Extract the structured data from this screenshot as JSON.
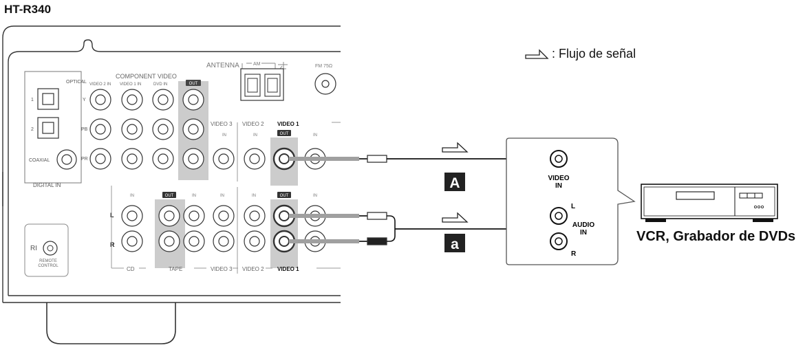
{
  "model": "HT-R340",
  "legend": {
    "text": ": Flujo de señal",
    "icon": "signal-flow-arrow-icon"
  },
  "receiver": {
    "antenna_label": "ANTENNA",
    "am_label": "AM",
    "fm_label": "FM 75Ω",
    "digital_in_label": "DIGITAL IN",
    "optical_label": "OPTICAL",
    "coaxial_label": "COAXIAL",
    "optical_port_1": "1",
    "optical_port_2": "2",
    "component_video_label": "COMPONENT VIDEO",
    "component_cols": [
      "VIDEO 2 IN",
      "VIDEO 1 IN",
      "DVD IN",
      "OUT"
    ],
    "component_rows": [
      "Y",
      "PB",
      "PR"
    ],
    "video_section_labels": {
      "video3": "VIDEO 3",
      "video2": "VIDEO 2",
      "video1": "VIDEO 1"
    },
    "in_label": "IN",
    "out_label": "OUT",
    "channel_l": "L",
    "channel_r": "R",
    "bottom_labels": [
      "CD",
      "TAPE",
      "VIDEO 3",
      "VIDEO 2",
      "VIDEO 1"
    ],
    "remote_control_label": "REMOTE\nCONTROL",
    "ri_label": "RI"
  },
  "connections": {
    "video_label": "A",
    "audio_label": "a"
  },
  "vcr": {
    "video_in_label": "VIDEO\nIN",
    "audio_in_label": "AUDIO\nIN",
    "l_label": "L",
    "r_label": "R",
    "device_name": "VCR, Grabador de DVDs"
  },
  "colors": {
    "line": "#333333",
    "gray_highlight": "#cccccc",
    "cable_gray": "#a0a0a0",
    "black": "#111111"
  }
}
